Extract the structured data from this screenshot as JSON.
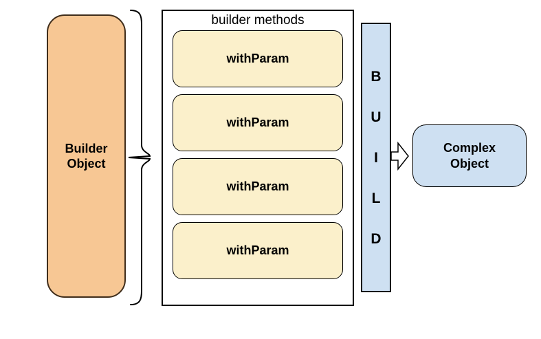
{
  "builder_object": {
    "lines": [
      "Builder",
      "Object"
    ],
    "fill": "#F7C794"
  },
  "builder_methods": {
    "title": "builder methods",
    "items": [
      {
        "label": "withParam"
      },
      {
        "label": "withParam"
      },
      {
        "label": "withParam"
      },
      {
        "label": "withParam"
      }
    ],
    "item_fill": "#FBF0CB"
  },
  "build_bar": {
    "word": "BUILD",
    "letters": [
      "B",
      "U",
      "I",
      "L",
      "D"
    ],
    "fill": "#CEE0F2"
  },
  "complex_object": {
    "lines": [
      "Complex",
      "Object"
    ],
    "fill": "#CEE0F2"
  },
  "colors": {
    "background": "#FFFFFF",
    "stroke": "#000000",
    "orange_fill": "#F7C794",
    "orange_border": "#3F2D1B",
    "yellow_fill": "#FBF0CB",
    "blue_fill": "#CEE0F2"
  }
}
